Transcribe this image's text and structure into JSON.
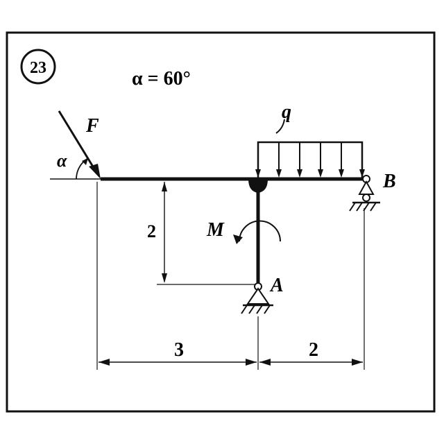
{
  "problem_number": "23",
  "angle_text": "α = 60°",
  "labels": {
    "force": "F",
    "angle": "α",
    "distributed_load": "q",
    "moment": "M",
    "support_a": "A",
    "support_b": "B"
  },
  "dimensions": {
    "vertical": "2",
    "left_span": "3",
    "right_span": "2"
  },
  "colors": {
    "ink": "#111111",
    "background": "#ffffff"
  }
}
